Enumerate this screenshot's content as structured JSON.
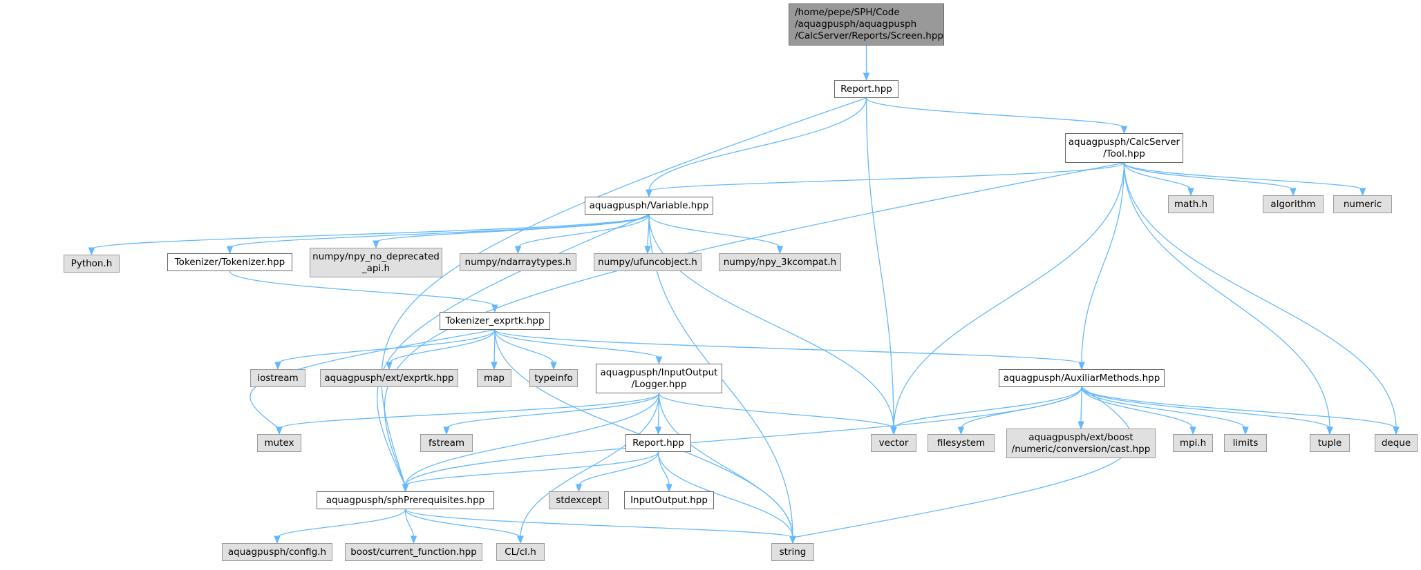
{
  "colors": {
    "edge": "#63b8ff",
    "root_fill": "#999999",
    "internal_fill": "#ffffff",
    "external_fill": "#e0e0e0"
  },
  "nodes": {
    "root": "/home/pepe/SPH/Code\n/aquagpusph/aquagpusph\n/CalcServer/Reports/Screen.hpp",
    "report": "Report.hpp",
    "tool": "aquagpusph/CalcServer\n/Tool.hpp",
    "variable": "aquagpusph/Variable.hpp",
    "math": "math.h",
    "algorithm": "algorithm",
    "numeric": "numeric",
    "python": "Python.h",
    "tokenizer": "Tokenizer/Tokenizer.hpp",
    "npy_no_deprecated": "numpy/npy_no_deprecated\n_api.h",
    "ndarraytypes": "numpy/ndarraytypes.h",
    "ufuncobject": "numpy/ufuncobject.h",
    "npy_3kcompat": "numpy/npy_3kcompat.h",
    "tokenizer_exprtk": "Tokenizer_exprtk.hpp",
    "iostream": "iostream",
    "exprtk": "aquagpusph/ext/exprtk.hpp",
    "map": "map",
    "typeinfo": "typeinfo",
    "logger": "aquagpusph/InputOutput\n/Logger.hpp",
    "auxiliar": "aquagpusph/AuxiliarMethods.hpp",
    "mutex": "mutex",
    "fstream": "fstream",
    "vector": "vector",
    "filesystem": "filesystem",
    "boost_cast": "aquagpusph/ext/boost\n/numeric/conversion/cast.hpp",
    "mpi": "mpi.h",
    "limits": "limits",
    "tuple": "tuple",
    "deque": "deque",
    "report2": "Report.hpp",
    "sph_prereq": "aquagpusph/sphPrerequisites.hpp",
    "stdexcept": "stdexcept",
    "inputoutput": "InputOutput.hpp",
    "config": "aquagpusph/config.h",
    "current_function": "boost/current_function.hpp",
    "cl": "CL/cl.h",
    "string": "string"
  }
}
